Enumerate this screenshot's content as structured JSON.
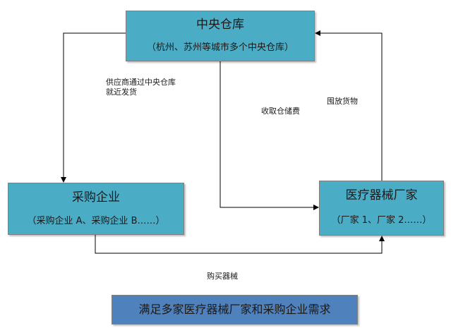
{
  "nodes": {
    "central_warehouse": {
      "title": "中央仓库",
      "subtitle": "（杭州、苏州等城市多个中央仓库）"
    },
    "purchasing_enterprise": {
      "title": "采购企业",
      "subtitle": "（采购企业 A、采购企业 B……）"
    },
    "manufacturer": {
      "title": "医疗器械厂家",
      "subtitle": "（厂家 1、厂家 2……）"
    }
  },
  "edges": {
    "supplier_ship_line1": "供应商通过中央仓库",
    "supplier_ship_line2": "就近发货",
    "storage_fee": "收取仓储费",
    "stock_goods": "囤放货物",
    "purchase_equipment": "购买器械"
  },
  "banner": "满足多家医疗器械厂家和采购企业需求",
  "colors": {
    "box_fill": "#4bacc6",
    "banner_fill": "#4f81bd",
    "line": "#000000"
  }
}
